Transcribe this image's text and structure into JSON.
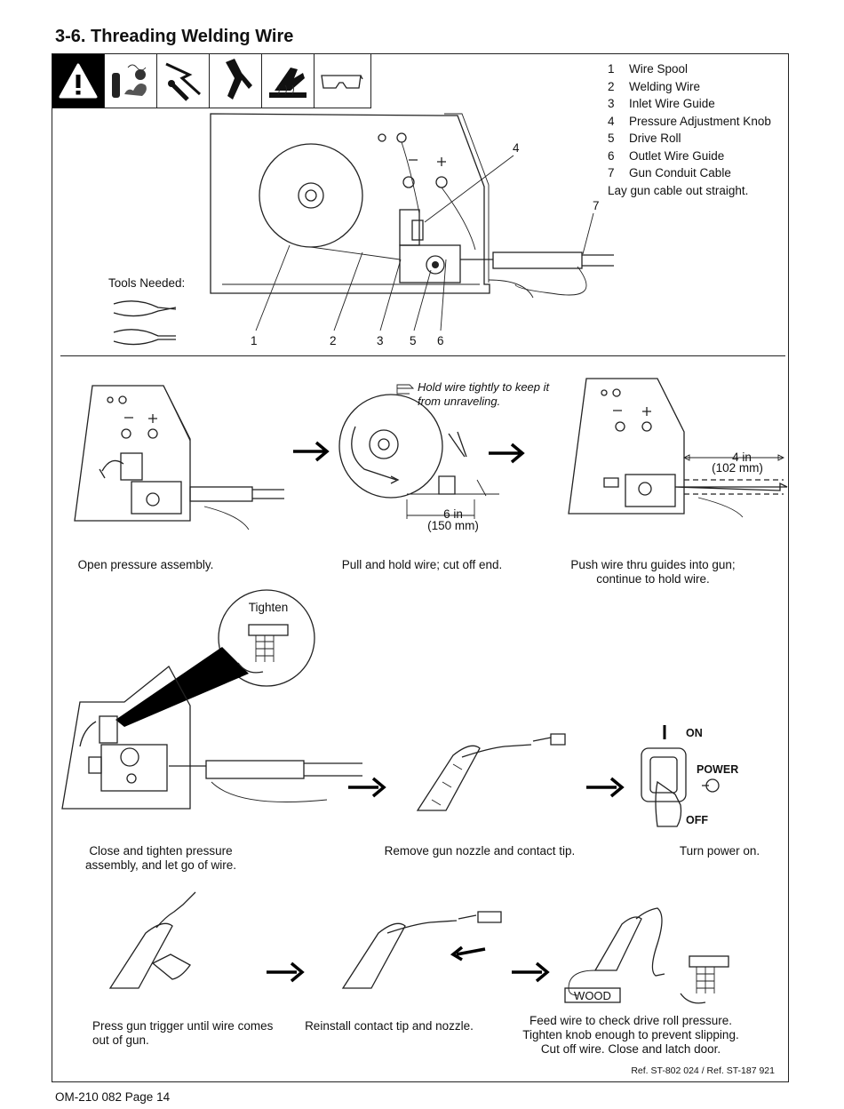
{
  "section_title": "3-6.   Threading Welding Wire",
  "warning_icons": [
    "warning-triangle-icon",
    "fumes-gas-cylinder-icon",
    "electric-shock-icon",
    "hand-pinch-icon",
    "hot-parts-icon",
    "safety-glasses-icon"
  ],
  "legend": [
    {
      "n": "1",
      "label": "Wire Spool"
    },
    {
      "n": "2",
      "label": "Welding Wire"
    },
    {
      "n": "3",
      "label": "Inlet Wire Guide"
    },
    {
      "n": "4",
      "label": "Pressure Adjustment Knob"
    },
    {
      "n": "5",
      "label": "Drive Roll"
    },
    {
      "n": "6",
      "label": "Outlet Wire Guide"
    },
    {
      "n": "7",
      "label": "Gun Conduit Cable"
    }
  ],
  "legend_note": "Lay gun cable out straight.",
  "tools_needed": "Tools Needed:",
  "callouts": {
    "c1": "1",
    "c2": "2",
    "c3": "3",
    "c4": "4",
    "c5": "5",
    "c6": "6",
    "c7": "7"
  },
  "steps": {
    "open": "Open pressure assembly.",
    "pull": "Pull and hold wire; cut off end.",
    "push": "Push wire thru guides into gun;\ncontinue to hold wire.",
    "close": "Close and tighten pressure\nassembly, and let go of wire.",
    "remove": "Remove gun nozzle and contact tip.",
    "power": "Turn power on.",
    "press": "Press gun trigger until wire comes\nout of gun.",
    "reinstall": "Reinstall contact tip and nozzle.",
    "feed": "Feed wire to check drive roll pressure.\nTighten knob enough to prevent slipping.\nCut off wire. Close and latch door."
  },
  "hint": "Hold wire tightly to keep it\nfrom unraveling.",
  "dim_6": "6 in",
  "dim_6_mm": "(150 mm)",
  "dim_4": "4 in",
  "dim_4_mm": "(102 mm)",
  "tighten": "Tighten",
  "switch": {
    "on": "ON",
    "power": "POWER",
    "off": "OFF"
  },
  "wood": "WOOD",
  "ref": "Ref. ST-802 024 / Ref. ST-187 921",
  "footer": "OM-210 082 Page 14"
}
